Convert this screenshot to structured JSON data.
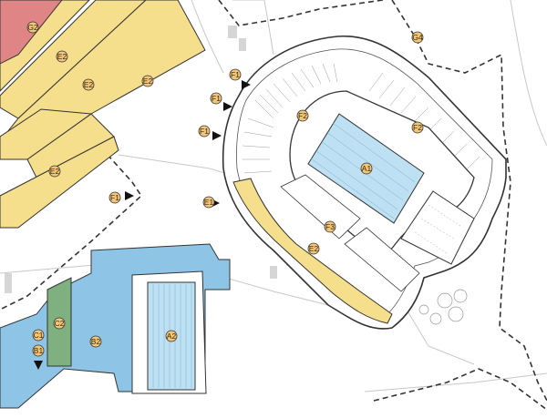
{
  "colors": {
    "yellow": "#f5de8c",
    "red": "#e08585",
    "blue": "#8ec4e6",
    "light_blue": "#bde0f3",
    "green": "#7fb07f",
    "gray": "#d6d6d6",
    "marker": "#f2c57c",
    "outline": "#333333"
  },
  "labels": [
    {
      "id": "g2",
      "text": "G2"
    },
    {
      "id": "e2_a",
      "text": "E2"
    },
    {
      "id": "e2_b",
      "text": "E2"
    },
    {
      "id": "e2_c",
      "text": "E2"
    },
    {
      "id": "e2_d",
      "text": "E2"
    },
    {
      "id": "e2_e",
      "text": "E2"
    },
    {
      "id": "f1_a",
      "text": "F1"
    },
    {
      "id": "f1_b",
      "text": "F1"
    },
    {
      "id": "f1_c",
      "text": "F1"
    },
    {
      "id": "f1_d",
      "text": "F1"
    },
    {
      "id": "e1",
      "text": "E1"
    },
    {
      "id": "g4",
      "text": "G4"
    },
    {
      "id": "f2_a",
      "text": "F2"
    },
    {
      "id": "f2_b",
      "text": "F2"
    },
    {
      "id": "f3",
      "text": "F3"
    },
    {
      "id": "a1",
      "text": "A1"
    },
    {
      "id": "a2",
      "text": "A2"
    },
    {
      "id": "b2",
      "text": "B2"
    },
    {
      "id": "c2",
      "text": "C2"
    },
    {
      "id": "c1",
      "text": "C1"
    },
    {
      "id": "b1",
      "text": "B1"
    }
  ]
}
